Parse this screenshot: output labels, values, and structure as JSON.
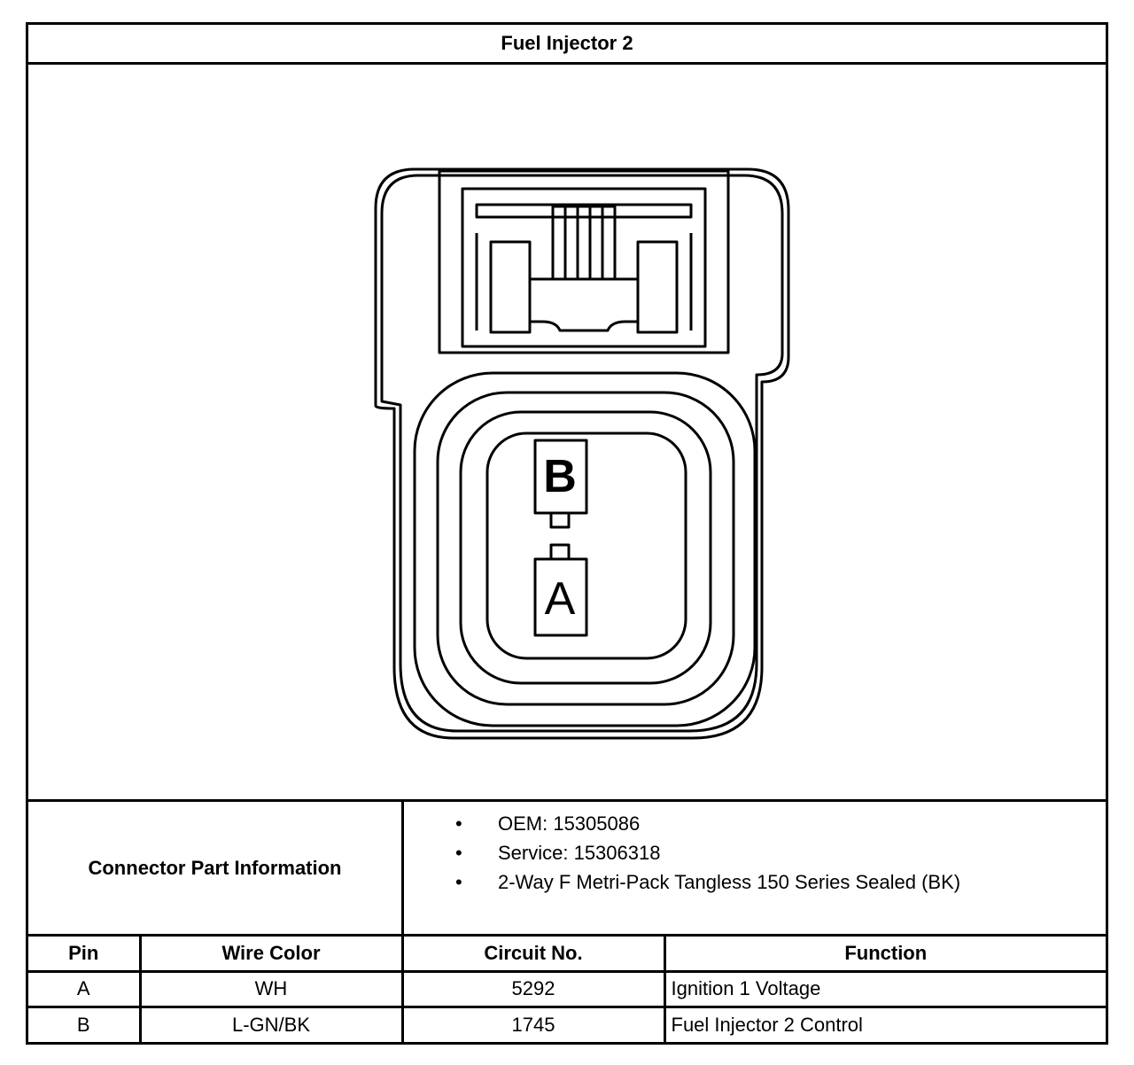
{
  "title": "Fuel Injector 2",
  "connector": {
    "pin_labels": [
      "B",
      "A"
    ]
  },
  "part_info": {
    "label": "Connector Part Information",
    "items": [
      "OEM: 15305086",
      "Service: 15306318",
      "2-Way F Metri-Pack Tangless 150 Series Sealed (BK)"
    ]
  },
  "table": {
    "headers": [
      "Pin",
      "Wire Color",
      "Circuit No.",
      "Function"
    ],
    "rows": [
      [
        "A",
        "WH",
        "5292",
        "Ignition 1 Voltage"
      ],
      [
        "B",
        "L-GN/BK",
        "1745",
        "Fuel Injector 2 Control"
      ]
    ]
  }
}
